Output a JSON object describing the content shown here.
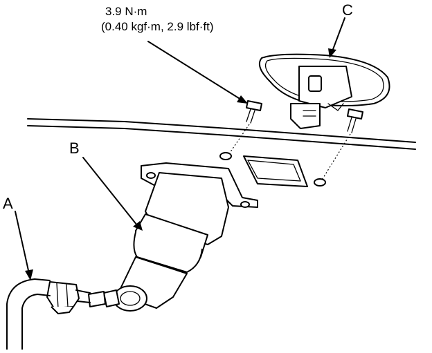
{
  "labels": {
    "a": "A",
    "b": "B",
    "c": "C"
  },
  "torque": {
    "line1": "3.9 N·m",
    "line2": "(0.40 kgf·m, 2.9 lbf·ft)"
  },
  "colors": {
    "ink": "#000000",
    "paper": "#ffffff"
  }
}
